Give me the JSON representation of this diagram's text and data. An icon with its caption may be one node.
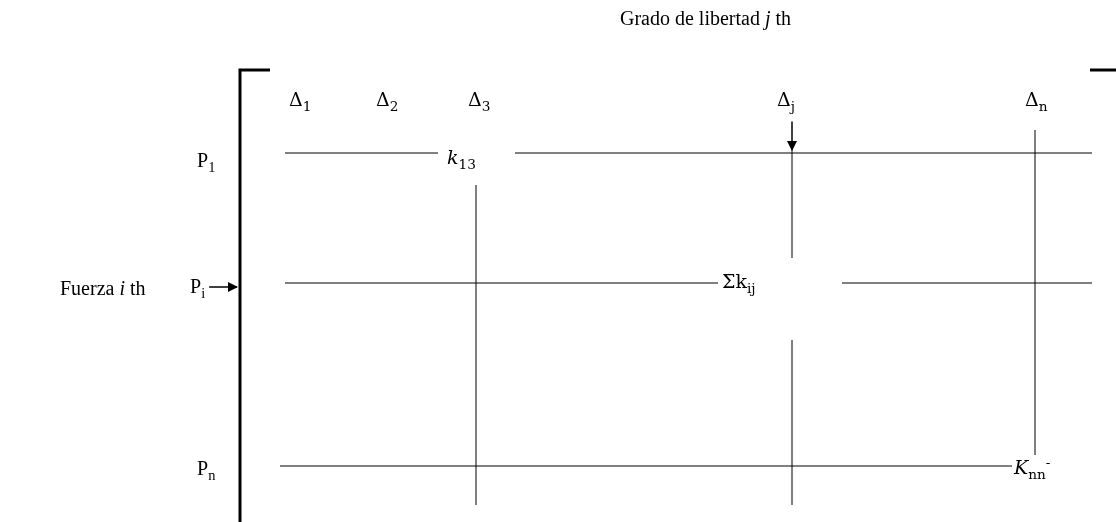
{
  "diagram": {
    "nodes": [
      {
        "text": [
          "Δ$_{j}$"
        ]
      },
      {
        "text": [
          "P$_{i}$"
        ]
      },
      {
        "text": [],
        "shape": "bracket"
      }
    ],
    "edges": [
      {
        "from": 0,
        "to": null,
        "arrow": "to"
      },
      {
        "from": 1,
        "to": 2,
        "arrow": "to"
      }
    ],
    "labels": [
      "Grado de libertad *j* th",
      "Δ$_{1}$",
      "Δ$_{2}$",
      "Δ$_{3}$",
      "Δ$_{n}$",
      "P$_{1}$",
      "*k*$_{13}$",
      "Fuerza *i* th",
      "Σk$_{ij}$",
      "P$_{n}$",
      "*K*$_{nn}$$^{-}$"
    ]
  }
}
